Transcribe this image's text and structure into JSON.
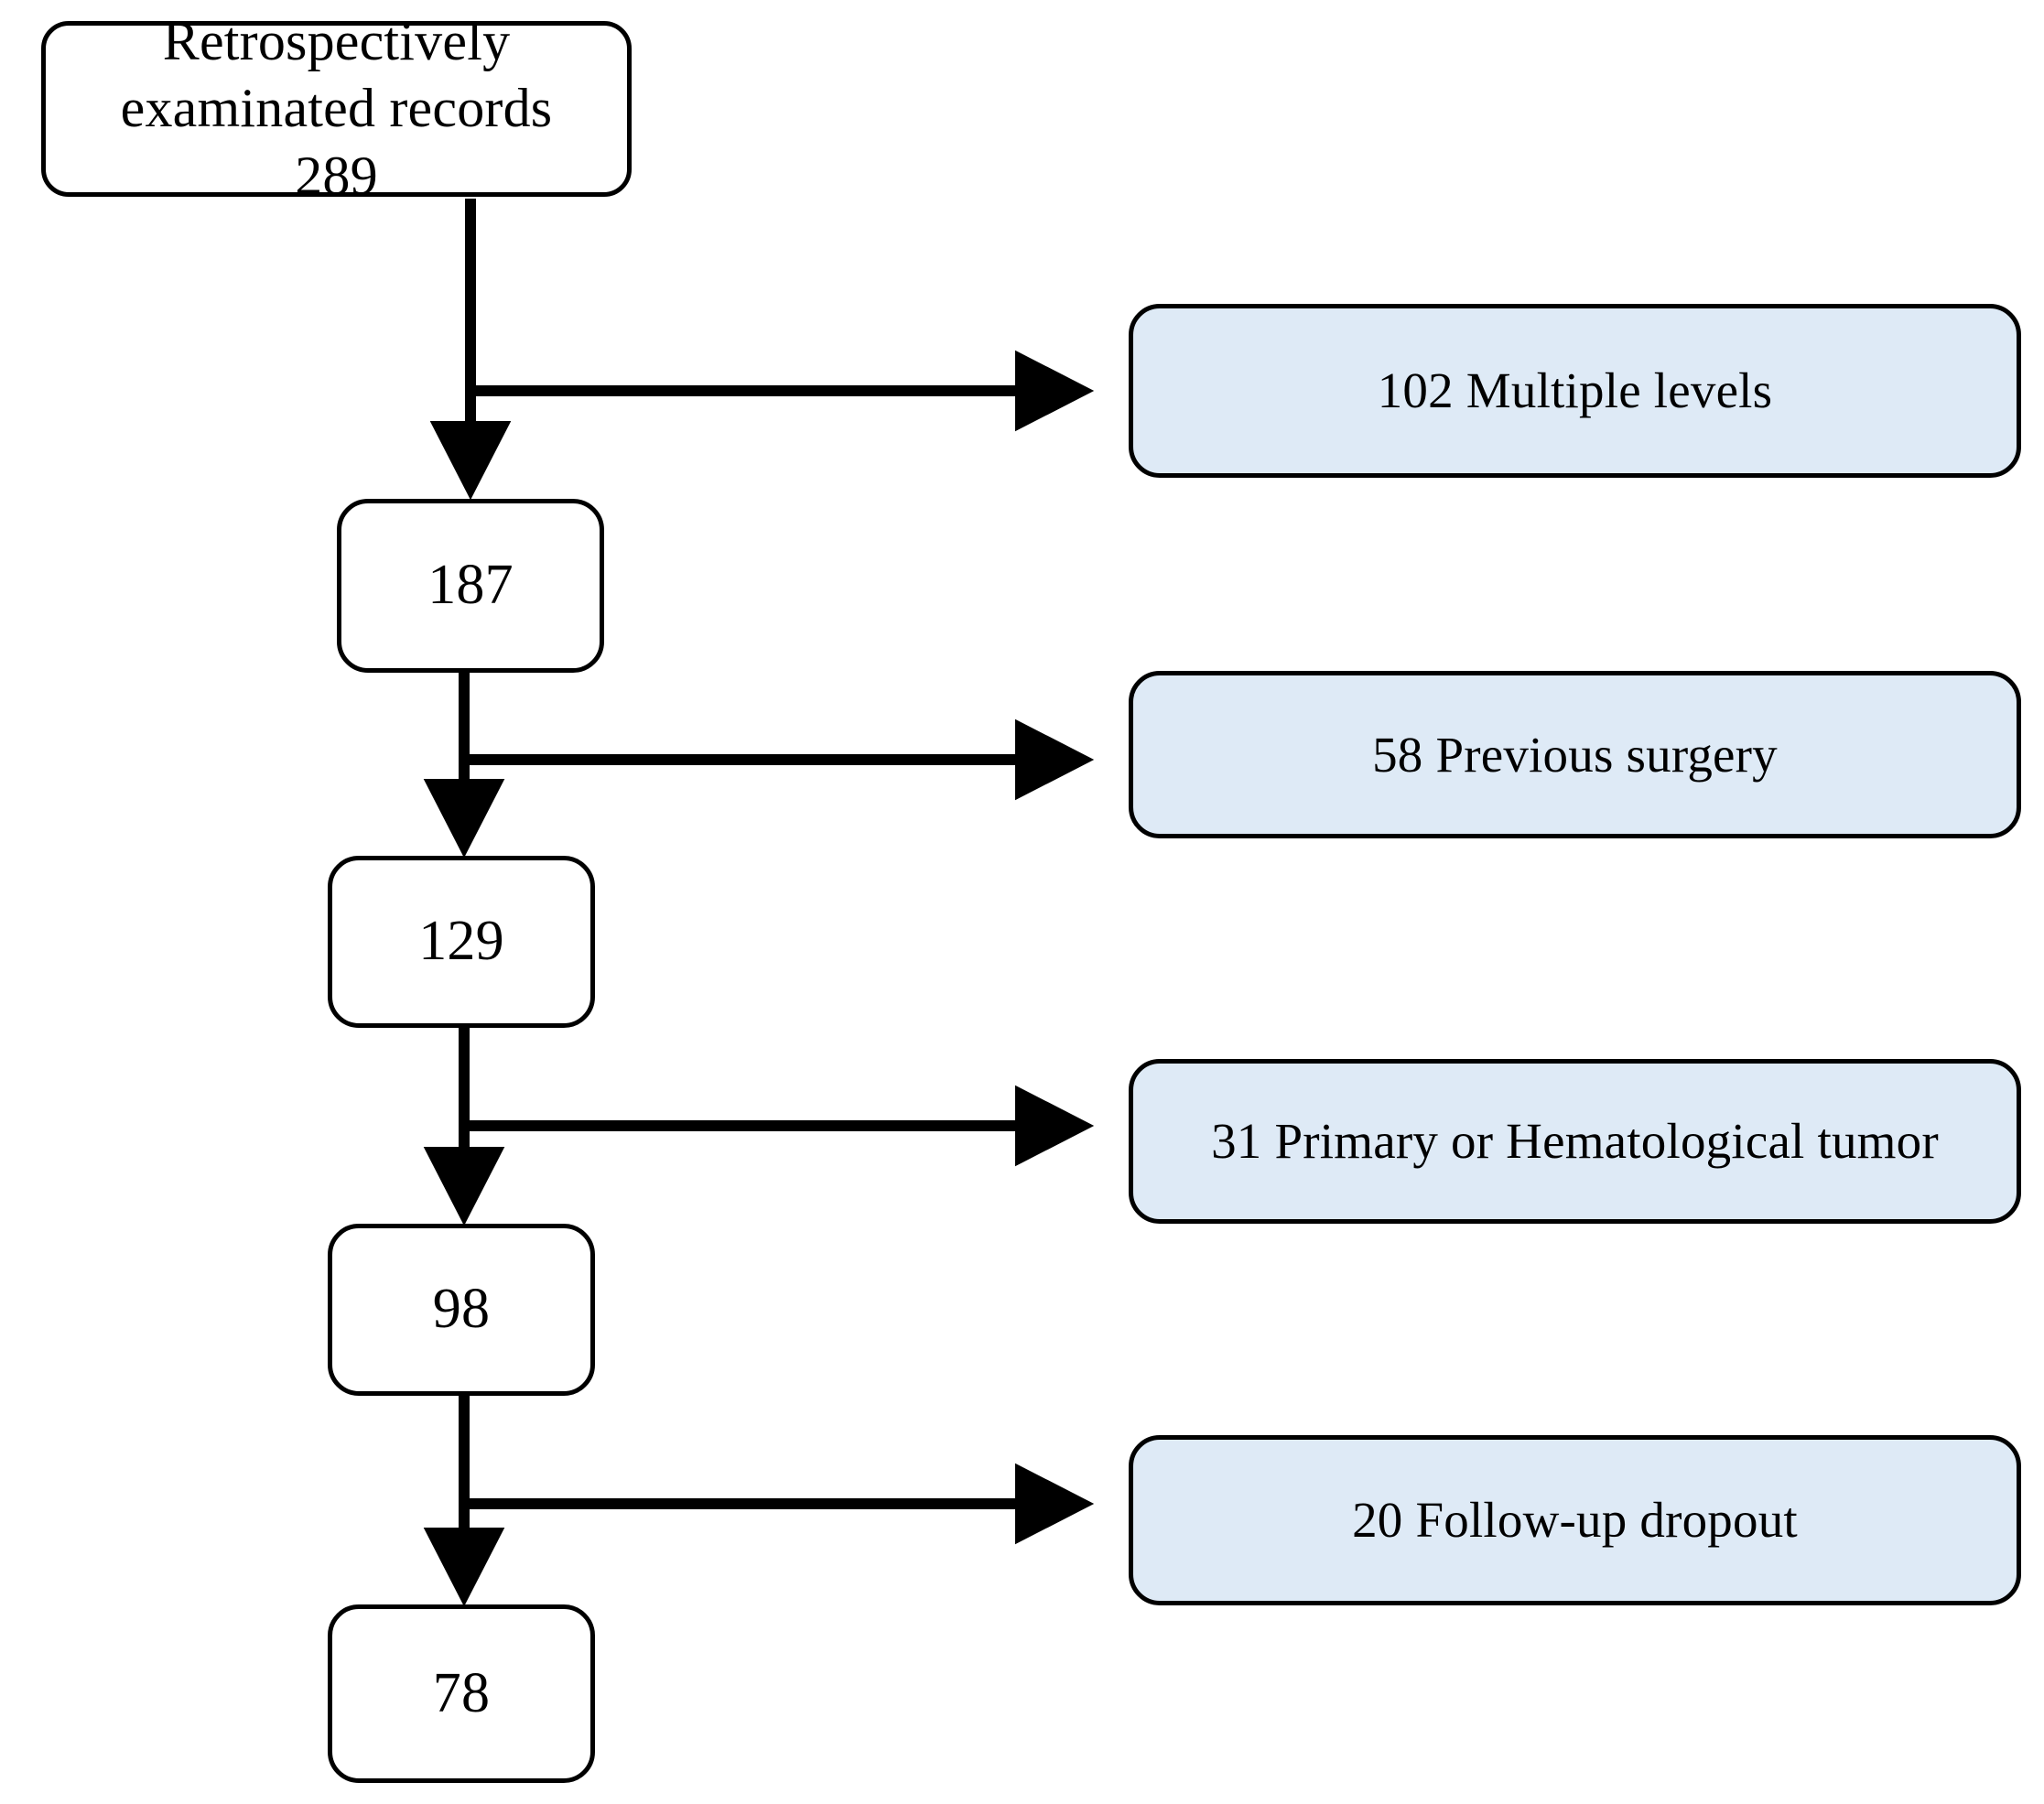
{
  "diagram": {
    "title": "Patient record selection flow chart",
    "colors": {
      "exclusion_box_fill": "#deeaf6",
      "stroke": "#000000",
      "main_box_fill": "#ffffff"
    },
    "main_boxes": [
      {
        "id": "records",
        "label": "Retrospectively\nexaminated records\n289",
        "line1": "Retrospectively",
        "line2": "examinated records",
        "line3": "289",
        "count": 289
      },
      {
        "id": "step1",
        "label": "187",
        "count": 187
      },
      {
        "id": "step2",
        "label": "129",
        "count": 129
      },
      {
        "id": "step3",
        "label": "98",
        "count": 98
      },
      {
        "id": "step4",
        "label": "78",
        "count": 78
      }
    ],
    "exclusion_boxes": [
      {
        "id": "levels",
        "label": "102 Multiple levels",
        "count": 102,
        "reason": "Multiple levels"
      },
      {
        "id": "surgery",
        "label": "58 Previous surgery",
        "count": 58,
        "reason": "Previous surgery"
      },
      {
        "id": "tumor",
        "label": "31  Primary or Hematological tumor",
        "count": 31,
        "reason": "Primary or Hematological tumor"
      },
      {
        "id": "dropout",
        "label": "20 Follow-up dropout",
        "count": 20,
        "reason": "Follow-up dropout"
      }
    ],
    "flow": [
      {
        "from": "records",
        "to": "step1",
        "excluded": "levels"
      },
      {
        "from": "step1",
        "to": "step2",
        "excluded": "surgery"
      },
      {
        "from": "step2",
        "to": "step3",
        "excluded": "tumor"
      },
      {
        "from": "step3",
        "to": "step4",
        "excluded": "dropout"
      }
    ]
  }
}
